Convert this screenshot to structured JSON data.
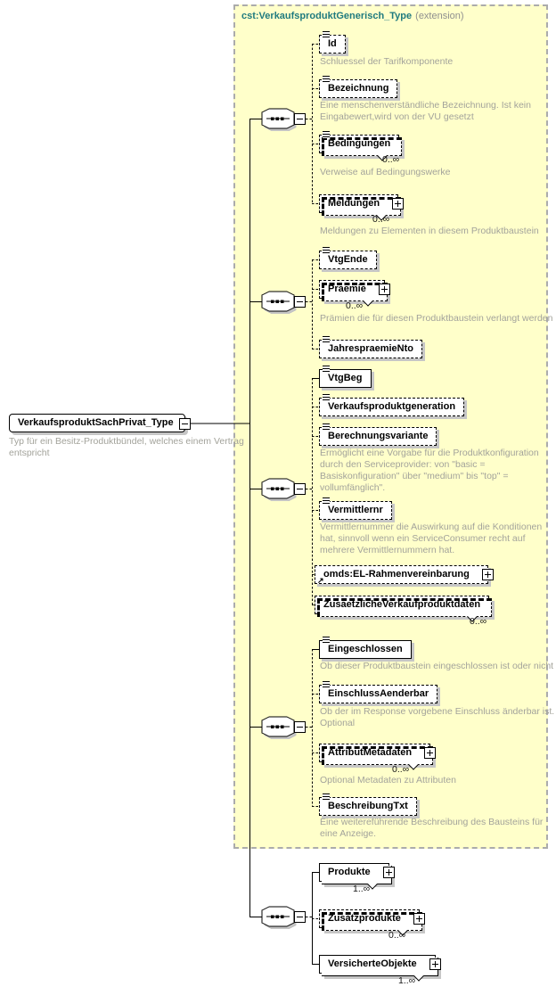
{
  "root": {
    "name": "VerkaufsproduktSachPrivat_Type",
    "description": "Typ für ein Besitz-Produktbündel, welches einem Vertrag\nentspricht"
  },
  "extension": {
    "base_type": "cst:VerkaufsproduktGenerisch_Type",
    "kind": "(extension)"
  },
  "icons": {
    "reference_glyph": "↗"
  },
  "elements": [
    {
      "name": "Id",
      "description": "Schluessel der Tarifkomponente"
    },
    {
      "name": "Bezeichnung",
      "description": "Eine menschenverständliche Bezeichnung. Ist kein\nEingabewert,wird von der VU gesetzt"
    },
    {
      "name": "Bedingungen",
      "cardinality": "0..∞",
      "description": "Verweise auf Bedingungswerke"
    },
    {
      "name": "Meldungen",
      "cardinality": "0..∞",
      "description": "Meldungen zu Elementen in diesem Produktbaustein"
    },
    {
      "name": "VtgEnde"
    },
    {
      "name": "Praemie",
      "cardinality": "0..∞",
      "description": "Prämien die für diesen Produktbaustein verlangt werden"
    },
    {
      "name": "JahrespraemieNto"
    },
    {
      "name": "VtgBeg"
    },
    {
      "name": "Verkaufsproduktgeneration"
    },
    {
      "name": "Berechnungsvariante",
      "description": "Ermöglicht eine Vorgabe für die Produktkonfiguration\ndurch den Serviceprovider: von \"basic =\nBasiskonfiguration\" über \"medium\" bis \"top\" =\nvollumfänglich\"."
    },
    {
      "name": "Vermittlernr",
      "description": "Vermittlernummer die Auswirkung auf die Konditionen\nhat, sinnvoll wenn ein ServiceConsumer recht auf\nmehrere Vermittlernummern hat."
    },
    {
      "name": "omds:EL-Rahmenvereinbarung"
    },
    {
      "name": "ZusaetzlicheVerkaufproduktdaten",
      "cardinality": "0..∞"
    },
    {
      "name": "Eingeschlossen",
      "description": "Ob dieser Produktbaustein eingeschlossen ist oder nicht"
    },
    {
      "name": "EinschlussAenderbar",
      "description": "Ob der im Response vorgebene Einschluss änderbar ist.\nOptional"
    },
    {
      "name": "AttributMetadaten",
      "cardinality": "0..∞",
      "description": "Optional Metadaten zu Attributen"
    },
    {
      "name": "BeschreibungTxt",
      "description": "Eine weitereführende Beschreibung des Bausteins für\neine Anzeige."
    },
    {
      "name": "Produkte",
      "cardinality": "1..∞"
    },
    {
      "name": "Zusatzprodukte",
      "cardinality": "0..∞"
    },
    {
      "name": "VersicherteObjekte",
      "cardinality": "1..∞"
    }
  ]
}
